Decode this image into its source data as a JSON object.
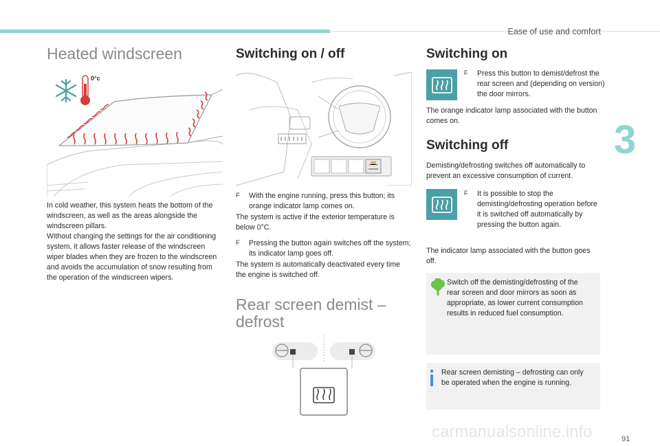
{
  "header": {
    "section_title": "Ease of use and comfort",
    "chapter_number": "3",
    "page_number": "91"
  },
  "colors": {
    "accent": "#8fd6cf",
    "icon_bg": "#4a9fa8",
    "heat_red": "#d93a3a",
    "eco_green": "#6cc24a",
    "info_blue": "#4a90d9"
  },
  "col1": {
    "title": "Heated windscreen",
    "thermo_label": "0°c",
    "paragraph": "In cold weather, this system heats the bottom of the windscreen, as well as the areas alongside the windscreen pillars.",
    "paragraph2": "Without changing the settings for the air conditioning system, it allows faster release of the windscreen wiper blades when they are frozen to the windscreen and avoids the accumulation of snow resulting from the operation of the windscreen wipers."
  },
  "col2": {
    "title": "Switching on / off",
    "bullet1": "With the engine running, press this button; its orange indicator lamp comes on.",
    "para1": "The system is active if the exterior temperature is below 0°C.",
    "bullet2": "Pressing the button again switches off the system; its indicator lamp goes off.",
    "para2": "The system is automatically deactivated every time the engine is switched off.",
    "title2": "Rear screen demist – defrost"
  },
  "col3": {
    "title_on": "Switching on",
    "bullet_on": "Press this button to demist/defrost the rear screen and (depending on version) the door mirrors.",
    "para_on": "The orange indicator lamp associated with the button comes on.",
    "title_off": "Switching off",
    "para_off1": "Demisting/defrosting switches off automatically to prevent an excessive consumption of current.",
    "bullet_off": "It is possible to stop the demisting/defrosting operation before it is switched off automatically by pressing the button again.",
    "para_off2": "The indicator lamp associated with the button goes off.",
    "eco_note": "Switch off the demisting/defrosting of the rear screen and door mirrors as soon as appropriate, as lower current consumption results in reduced fuel consumption.",
    "info_note": "Rear screen demisting – defrosting can only be operated when the engine is running."
  },
  "bullet_glyph": "F",
  "watermark": "carmanualsonline.info"
}
